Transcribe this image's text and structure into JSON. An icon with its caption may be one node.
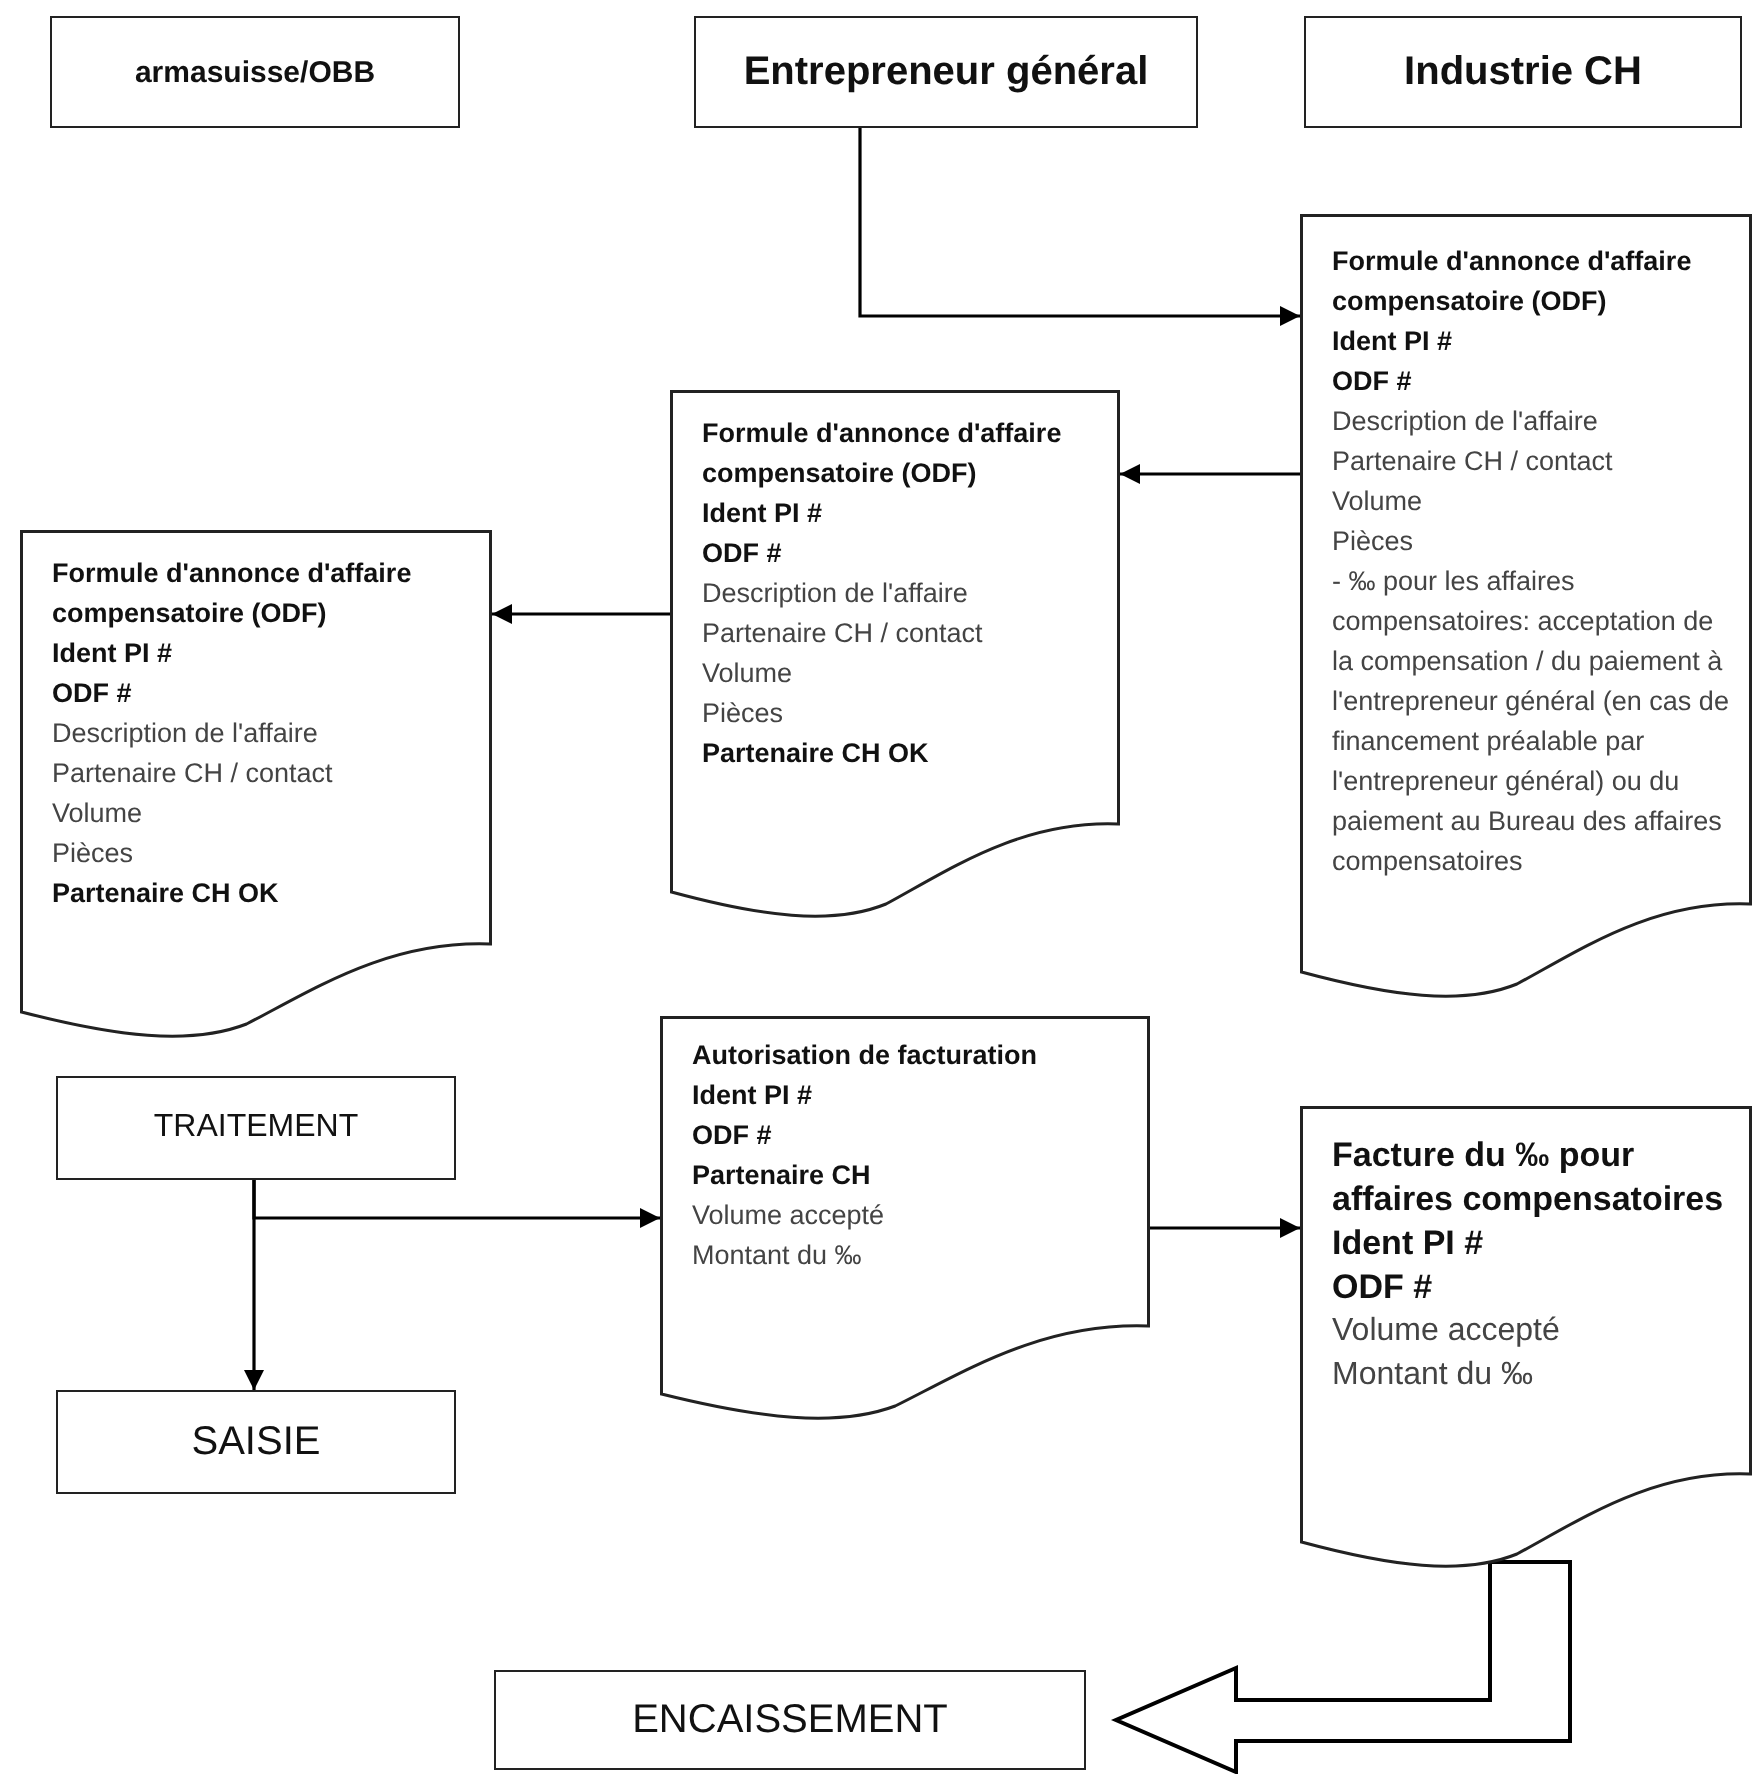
{
  "diagram": {
    "nodes": [
      {
        "text": [
          "armasuisse/OBB"
        ]
      },
      {
        "text": [
          "Entrepreneur général"
        ]
      },
      {
        "text": [
          "Industrie CH"
        ]
      },
      {
        "text": [
          "Formule d'annonce d'affaire compensatoire (ODF)",
          "Ident PI #",
          "ODF #",
          "Description de l'affaire",
          "Partenaire CH / contact",
          "Volume",
          "Pièces",
          "- ‰ pour les affaires compensatoires: acceptation de la compensation / du paiement à l'entrepreneur général (en cas de financement préalable par l'entrepreneur général) ou du paiement au Bureau des affaires compensatoires"
        ]
      },
      {
        "text": [
          "Formule d'annonce d'affaire compensatoire (ODF)",
          "Ident PI #",
          "ODF #",
          "Description de l'affaire",
          "Partenaire CH / contact",
          "Volume",
          "Pièces",
          "Partenaire CH OK"
        ]
      },
      {
        "text": [
          "Formule d'annonce d'affaire compensatoire (ODF)",
          "Ident PI #",
          "ODF #",
          "Description de l'affaire",
          "Partenaire CH / contact",
          "Volume",
          "Pièces",
          "Partenaire CH OK"
        ]
      },
      {
        "text": [
          "TRAITEMENT"
        ]
      },
      {
        "text": [
          "Autorisation de facturation",
          "Ident PI #",
          "ODF #",
          "Partenaire CH",
          "Volume accepté",
          "Montant du ‰"
        ]
      },
      {
        "text": [
          "SAISIE"
        ]
      },
      {
        "text": [
          "Facture du ‰ pour affaires compensatoires",
          "Ident PI #",
          "ODF #",
          "Volume accepté",
          "Montant du ‰"
        ]
      },
      {
        "text": [
          "ENCAISSEMENT"
        ]
      }
    ],
    "edges": [
      {
        "from": 1,
        "to": 3,
        "arrow": "to"
      },
      {
        "from": 3,
        "to": 4,
        "arrow": "to"
      },
      {
        "from": 4,
        "to": 5,
        "arrow": "to"
      },
      {
        "from": 6,
        "to": 8,
        "arrow": "to"
      },
      {
        "from": 6,
        "to": 7,
        "arrow": "to"
      },
      {
        "from": 7,
        "to": 9,
        "arrow": "to"
      },
      {
        "from": 9,
        "to": 10,
        "arrow": "to",
        "style": "thick"
      }
    ]
  }
}
